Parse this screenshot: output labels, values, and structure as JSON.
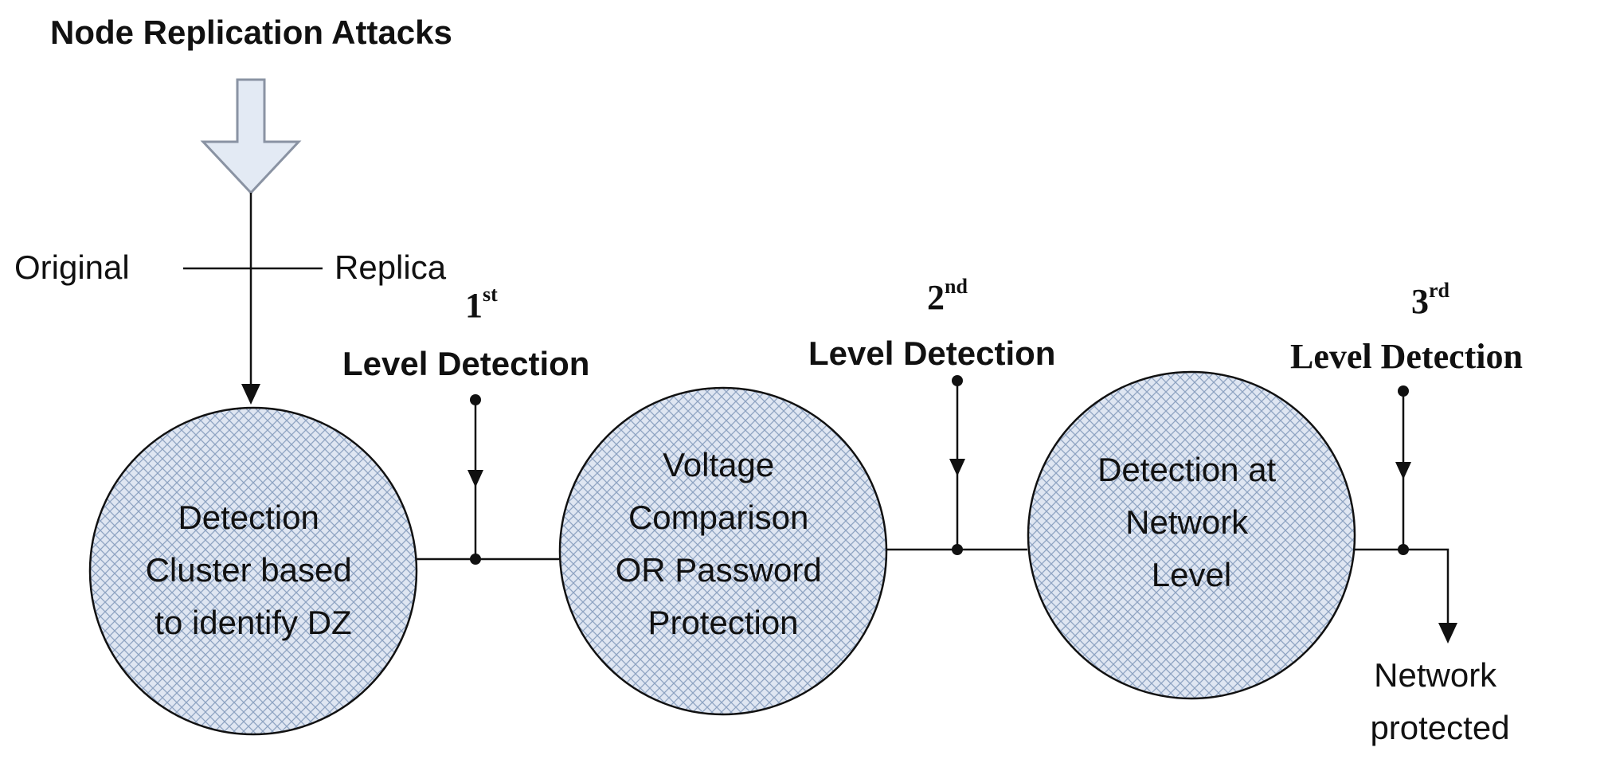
{
  "title": "Node Replication Attacks",
  "split": {
    "left": "Original",
    "right": "Replica"
  },
  "levels": [
    {
      "ordinal": "1",
      "suffix": "st",
      "label": "Level Detection"
    },
    {
      "ordinal": "2",
      "suffix": "nd",
      "label": "Level Detection"
    },
    {
      "ordinal": "3",
      "suffix": "rd",
      "label": "Level Detection"
    }
  ],
  "stages": [
    {
      "lines": [
        "Detection",
        "Cluster based",
        "to identify DZ"
      ]
    },
    {
      "lines": [
        "Voltage",
        "Comparison",
        "OR Password",
        "Protection"
      ]
    },
    {
      "lines": [
        "Detection at",
        "Network",
        "Level"
      ]
    }
  ],
  "outcome": {
    "lines": [
      "Network",
      "protected"
    ]
  },
  "colors": {
    "ink": "#111111",
    "circle_fill": "#dfe6f2",
    "hatch": "#8ea3c2",
    "arrow_fill": "#e3eaf4",
    "arrow_stroke": "#8a93a3"
  }
}
